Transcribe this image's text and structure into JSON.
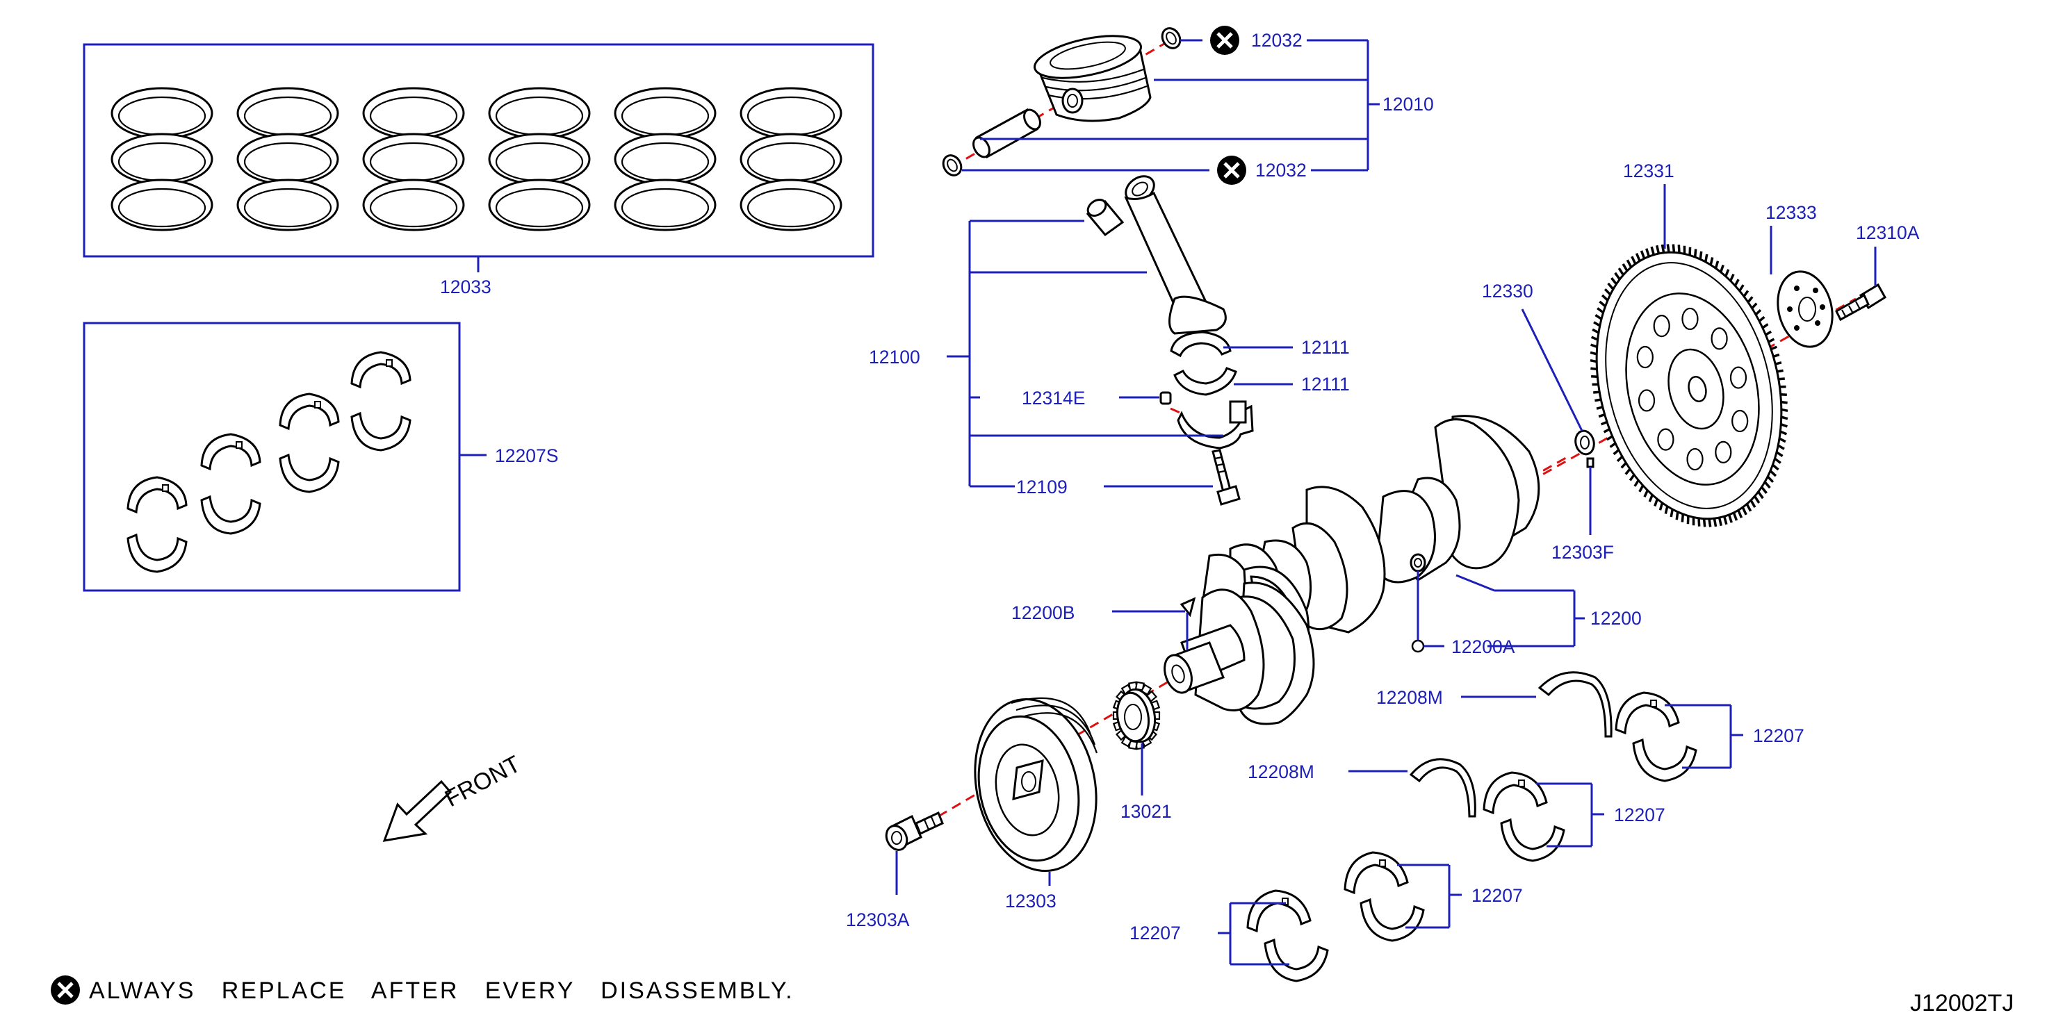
{
  "diagram_code": "J12002TJ",
  "note": {
    "icon": "x-circle-icon",
    "text": "ALWAYS   REPLACE   AFTER   EVERY   DISASSEMBLY."
  },
  "front_label": "FRONT",
  "colors": {
    "callout": "#1d20b8",
    "centerline": "#e01010",
    "line": "#000000"
  },
  "callouts": {
    "piston_pin_clip_top": "12032",
    "piston_pin_clip_bottom": "12032",
    "piston_with_pin": "12010",
    "piston_ring_set": "12033",
    "connecting_rod": "12100",
    "rod_bearing_upper": "12111",
    "rod_bearing_lower": "12111",
    "rod_dowel": "12314E",
    "rod_bolt": "12109",
    "main_bearing_set": "12207S",
    "flywheel": "12331",
    "flywheel_plate": "12333",
    "flywheel_bolt": "12310A",
    "pilot_bushing": "12330",
    "pilot_bushing_pin": "12303F",
    "crankshaft": "12200",
    "crank_key": "12200B",
    "crank_plug": "12200A",
    "thrust_washer_upper": "12208M",
    "thrust_washer_lower": "12208M",
    "main_bearing_1": "12207",
    "main_bearing_2": "12207",
    "main_bearing_3": "12207",
    "main_bearing_4": "12207",
    "crank_sprocket": "13021",
    "crank_pulley": "12303",
    "pulley_bolt": "12303A"
  }
}
